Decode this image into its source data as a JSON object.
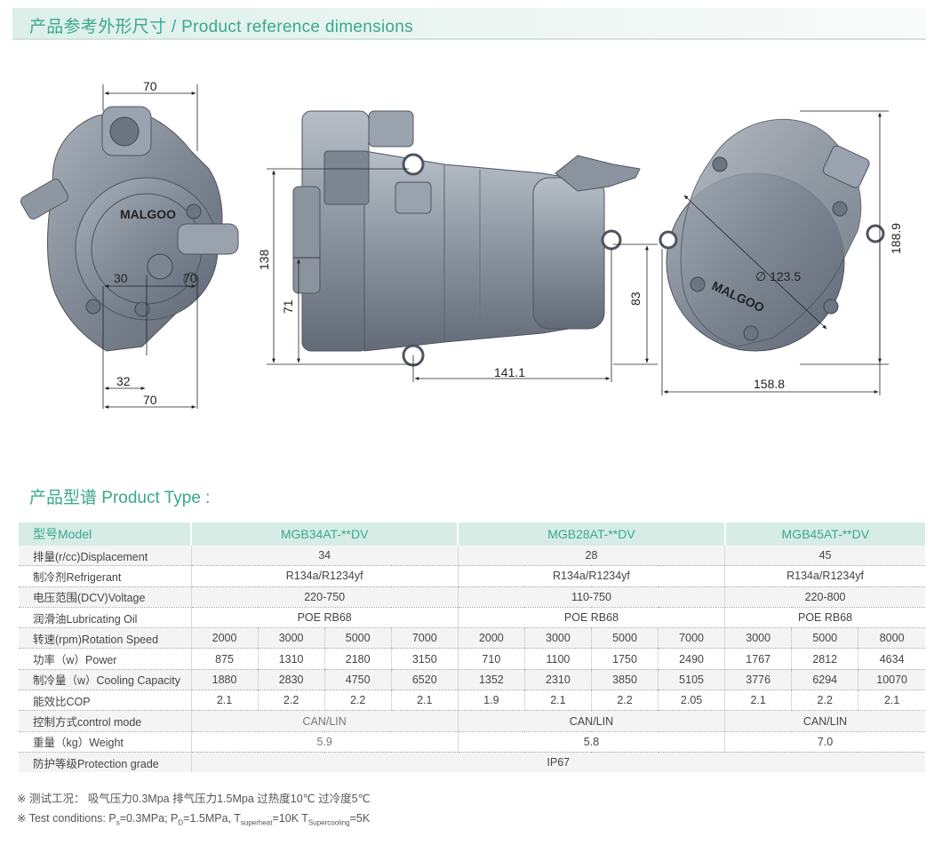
{
  "header": {
    "title": "产品参考外形尺寸 / Product reference dimensions"
  },
  "drawings": {
    "brand_mark": "MALGOO",
    "view_left": {
      "dim_top": "70",
      "dim_mid_left": "30",
      "dim_mid_right": "70",
      "dim_low": "32",
      "dim_bottom": "70"
    },
    "view_side": {
      "dim_height_total": "138",
      "dim_height_low": "71",
      "dim_right": "83",
      "dim_length": "141.1"
    },
    "view_right": {
      "dim_height": "188.9",
      "dim_diameter": "∅ 123.5",
      "dim_width": "158.8"
    }
  },
  "section": {
    "title": "产品型谱 Product Type :"
  },
  "table": {
    "header": {
      "label": "型号Model",
      "models": [
        "MGB34AT-**DV",
        "MGB28AT-**DV",
        "MGB45AT-**DV"
      ]
    },
    "displacement": {
      "label": "排量(r/cc)Displacement",
      "values": [
        "34",
        "28",
        "45"
      ]
    },
    "refrigerant": {
      "label": "制冷剂Refrigerant",
      "values": [
        "R134a/R1234yf",
        "R134a/R1234yf",
        "R134a/R1234yf"
      ]
    },
    "voltage": {
      "label": "电压范围(DCV)Voltage",
      "values": [
        "220-750",
        "110-750",
        "220-800"
      ]
    },
    "oil": {
      "label": "润滑油Lubricating Oil",
      "values": [
        "POE RB68",
        "POE RB68",
        "POE RB68"
      ]
    },
    "speed": {
      "label": "转速(rpm)Rotation Speed",
      "m34": [
        "2000",
        "3000",
        "5000",
        "7000"
      ],
      "m28": [
        "2000",
        "3000",
        "5000",
        "7000"
      ],
      "m45": [
        "3000",
        "5000",
        "8000"
      ]
    },
    "power": {
      "label": "功率（w）Power",
      "m34": [
        "875",
        "1310",
        "2180",
        "3150"
      ],
      "m28": [
        "710",
        "1100",
        "1750",
        "2490"
      ],
      "m45": [
        "1767",
        "2812",
        "4634"
      ]
    },
    "cooling": {
      "label": "制冷量（w）Cooling Capacity",
      "m34": [
        "1880",
        "2830",
        "4750",
        "6520"
      ],
      "m28": [
        "1352",
        "2310",
        "3850",
        "5105"
      ],
      "m45": [
        "3776",
        "6294",
        "10070"
      ]
    },
    "cop": {
      "label": "能效比COP",
      "m34": [
        "2.1",
        "2.2",
        "2.2",
        "2.1"
      ],
      "m28": [
        "1.9",
        "2.1",
        "2.2",
        "2.05"
      ],
      "m45": [
        "2.1",
        "2.2",
        "2.1"
      ]
    },
    "control": {
      "label": "控制方式control mode",
      "values": [
        "CAN/LIN",
        "CAN/LIN",
        "CAN/LIN"
      ]
    },
    "weight": {
      "label": "重量（kg）Weight",
      "values": [
        "5.9",
        "5.8",
        "7.0"
      ]
    },
    "protection": {
      "label": "防护等级Protection grade",
      "value": "IP67"
    }
  },
  "notes": {
    "line1": "※ 测试工况： 吸气压力0.3Mpa 排气压力1.5Mpa 过热度10℃ 过冷度5℃",
    "line2_prefix": "※ Test conditions: P",
    "ps_sub": "s",
    "ps_val": "=0.3MPa; P",
    "pd_sub": "D",
    "pd_val": "=1.5MPa, T",
    "t_super_sub": "superheat",
    "t_super_val": "=10K T",
    "t_cool_sub": "Supercooling",
    "t_cool_val": "=5K"
  }
}
